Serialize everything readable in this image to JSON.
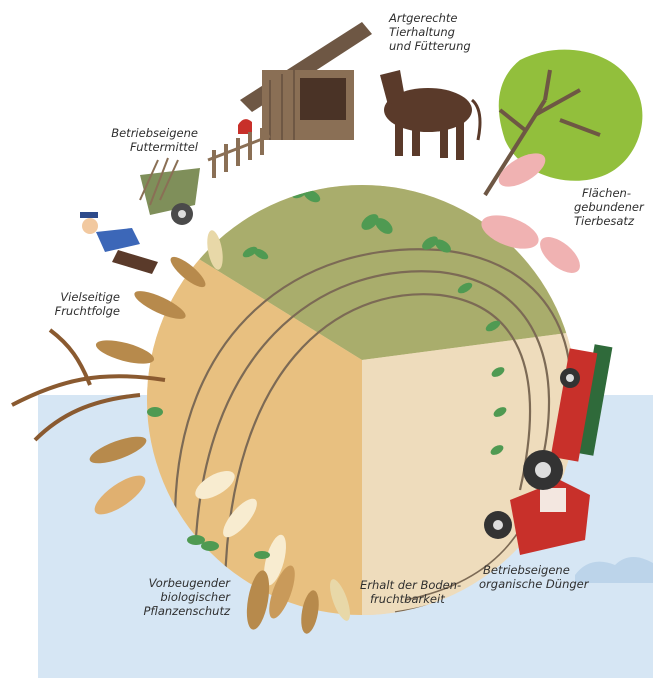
{
  "labels": {
    "tierhaltung": [
      "Artgerechte",
      "Tierhaltung",
      "und Fütterung"
    ],
    "futtermittel": [
      "Betriebseigene",
      "Futtermittel"
    ],
    "tierbesatz": [
      "Flächen-",
      "gebundener",
      "Tierbesatz"
    ],
    "fruchtfolge": [
      "Vielseitige",
      "Fruchtfolge"
    ],
    "pflanzenschutz": [
      "Vorbeugender",
      "biologischer",
      "Pflanzenschutz"
    ],
    "bodenfruchtbarkeit": [
      "Erhalt der Boden-",
      "fruchtbarkeit"
    ],
    "duenger": [
      "Betriebseigene",
      "organische Dünger"
    ]
  },
  "colors": {
    "sky": "#d6e6f4",
    "globe_green": "#a9ad6c",
    "globe_orange": "#e8c080",
    "globe_cream": "#eedcbc",
    "furrow": "#7c6a55",
    "leaf": "#4f9a52",
    "tree": "#92bf3c",
    "barn": "#8a6f55",
    "cow": "#5a3a2a",
    "pig": "#f0b2b2",
    "tractor": "#c8302a",
    "grain": "#b78a4c",
    "text": "#2f2f2f"
  },
  "icons": [
    "barn-icon",
    "cow-icon",
    "tree-icon",
    "pig-icon",
    "wheelbarrow-icon",
    "farmer-icon",
    "wheat-icon",
    "tractor-icon",
    "plant-icon"
  ]
}
